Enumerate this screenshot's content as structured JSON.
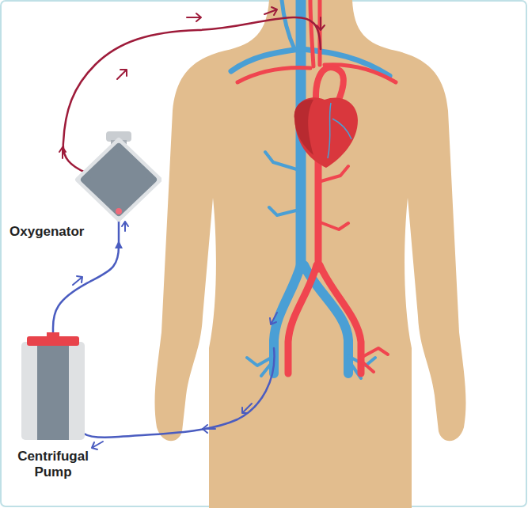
{
  "diagram": {
    "nodes": [
      {
        "text": [
          "Oxygenator"
        ]
      },
      {
        "text": [
          "Centrifugal Pump"
        ]
      }
    ],
    "edges": [
      {
        "from": 1,
        "to": 0,
        "arrow": "to"
      }
    ]
  }
}
